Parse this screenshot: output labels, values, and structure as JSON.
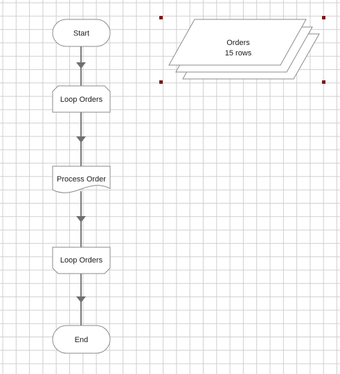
{
  "flowchart": {
    "start": {
      "label": "Start"
    },
    "loop_start": {
      "label": "Loop Orders"
    },
    "process": {
      "label": "Process Order"
    },
    "loop_end": {
      "label": "Loop Orders"
    },
    "end": {
      "label": "End"
    }
  },
  "data_store": {
    "title": "Orders",
    "row_count": "15 rows"
  },
  "colors": {
    "grid_line": "#cfcfcf",
    "shape_stroke": "#8a8a8a",
    "connector": "#7a7a7a",
    "selection_handle": "#7a1a1a"
  }
}
